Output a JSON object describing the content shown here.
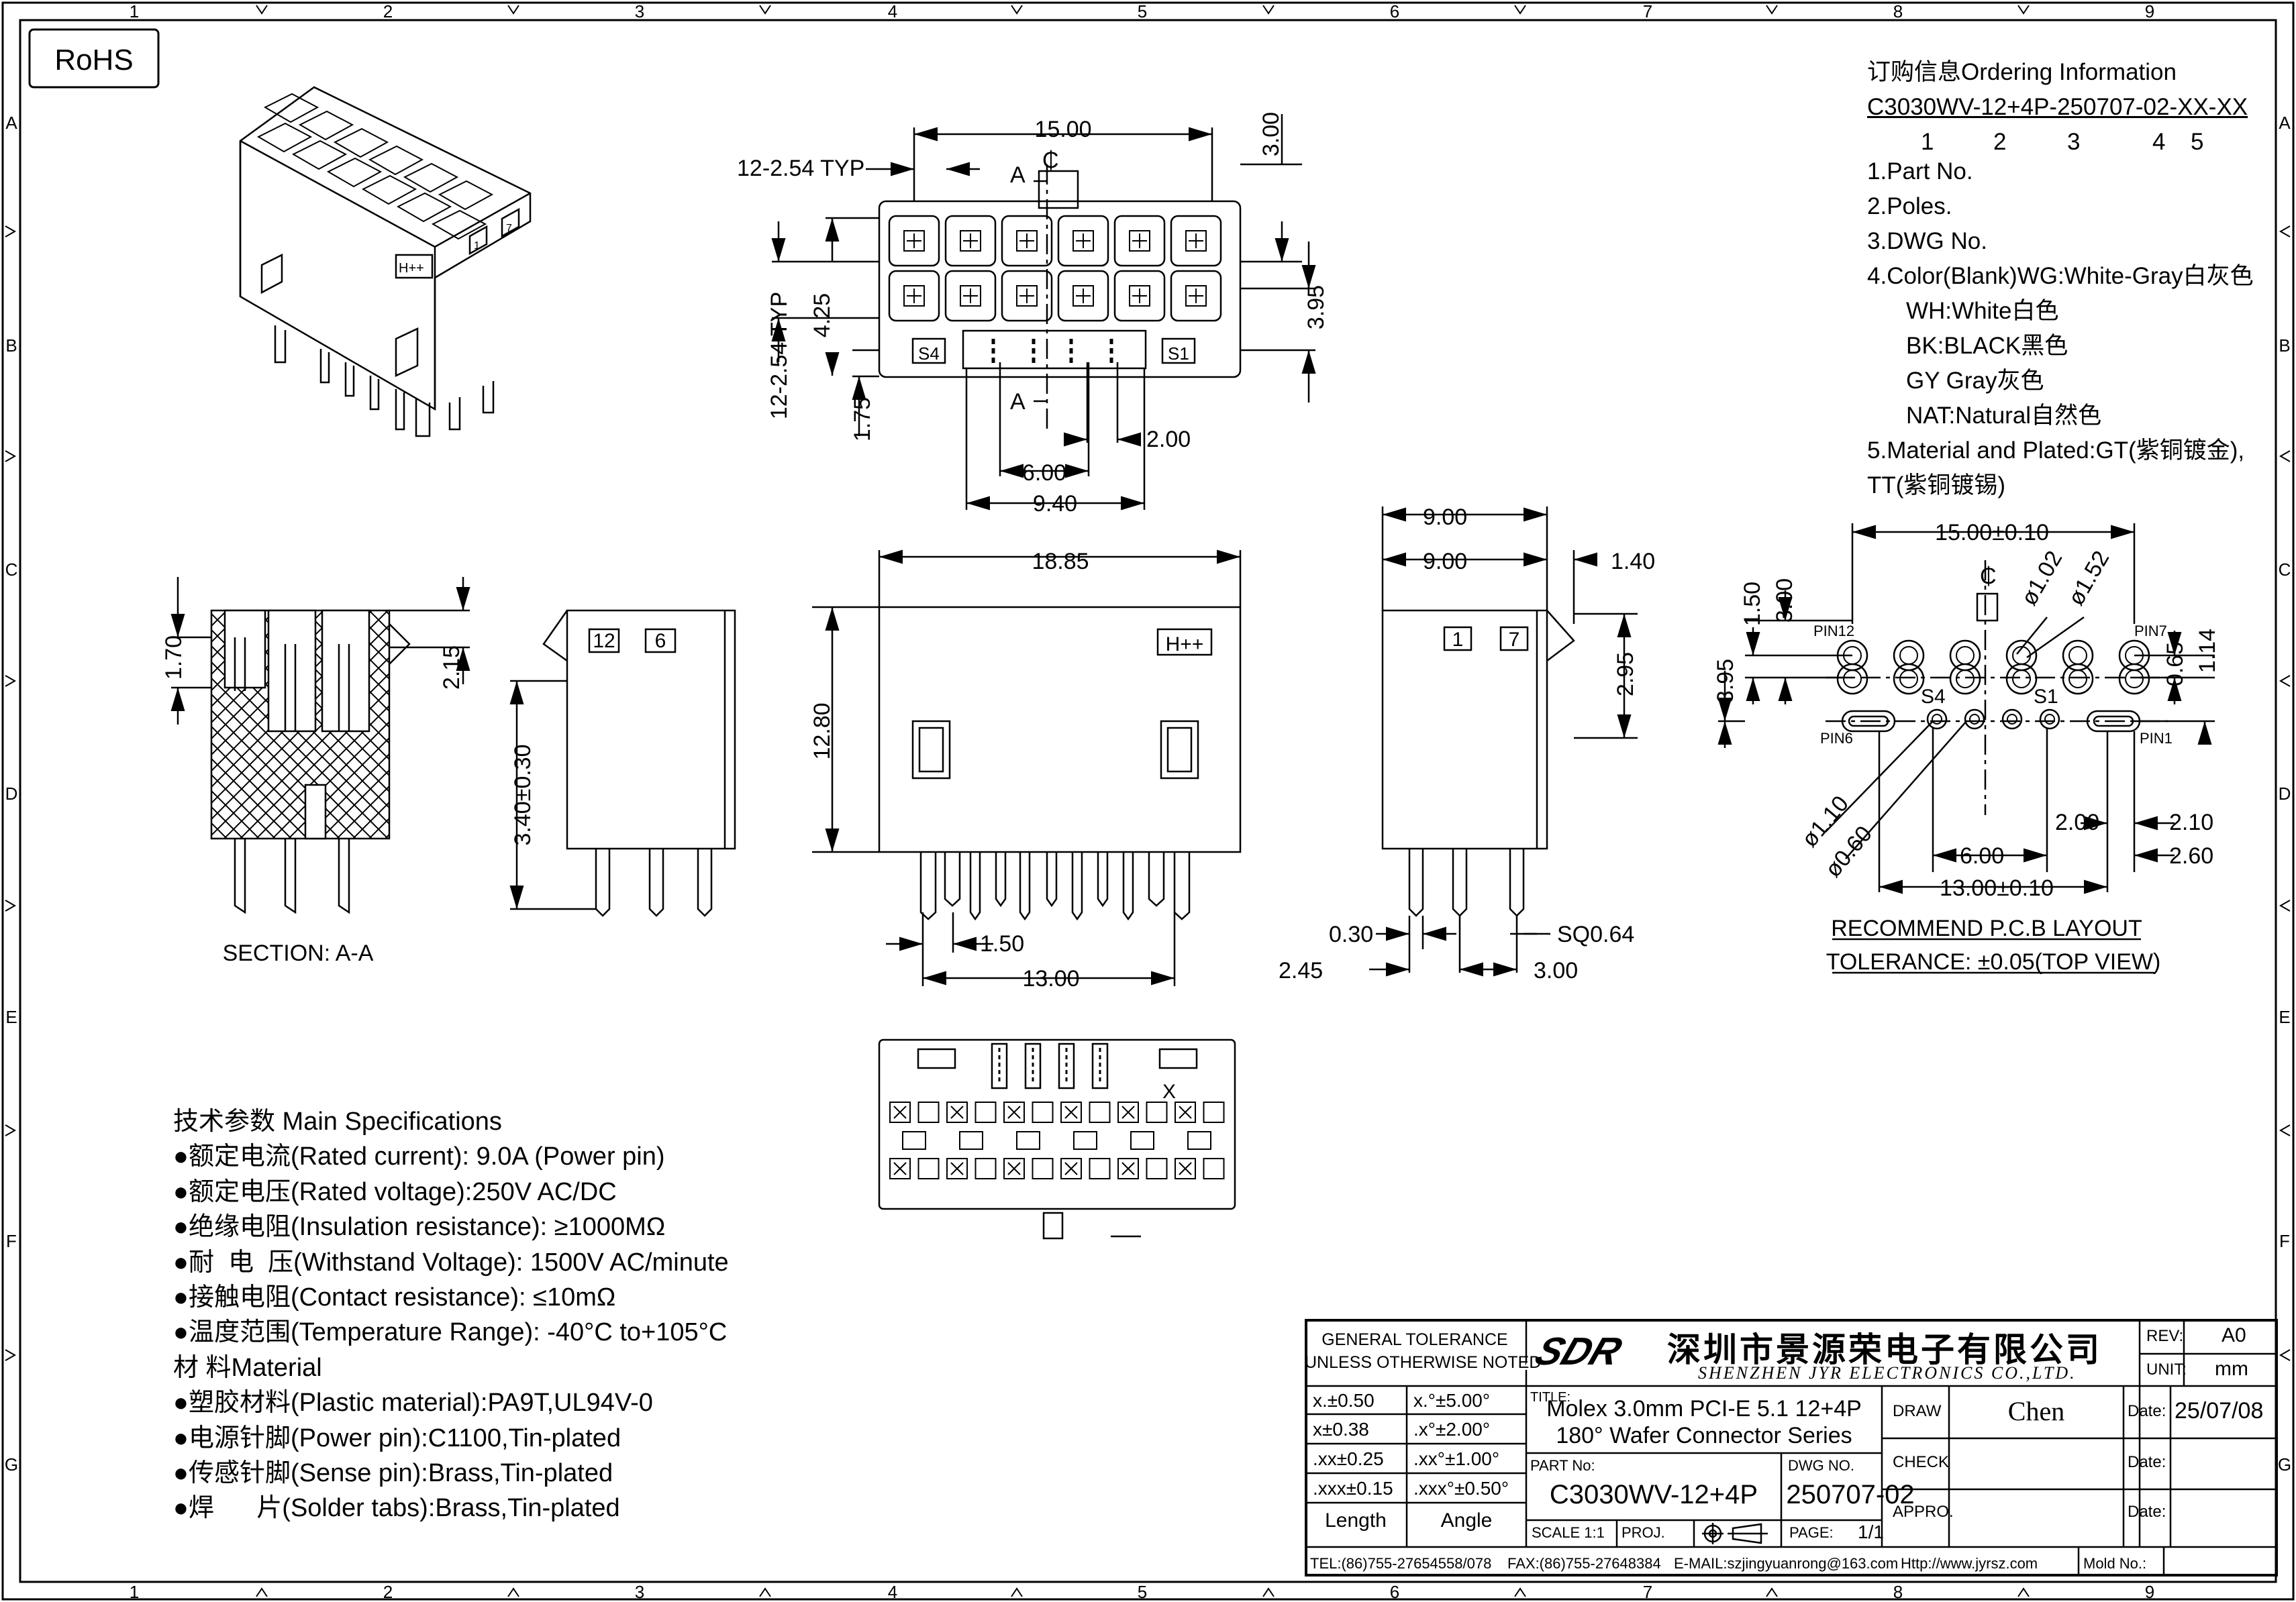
{
  "rohs": "RoHS",
  "border": {
    "cols": [
      "1",
      "2",
      "3",
      "4",
      "5",
      "6",
      "7",
      "8",
      "9"
    ],
    "rows": [
      "A",
      "B",
      "C",
      "D",
      "E",
      "F",
      "G"
    ]
  },
  "ordering": {
    "title": "订购信息Ordering Information",
    "code": "C3030WV-12+4P-250707-02-XX-XX",
    "code_nums": [
      "1",
      "2",
      "3",
      "4",
      "5"
    ],
    "items": [
      "1.Part No.",
      "2.Poles.",
      "3.DWG No.",
      "4.Color(Blank)WG:White-Gray白灰色",
      "WH:White白色",
      "BK:BLACK黑色",
      "GY Gray灰色",
      "NAT:Natural自然色",
      "5.Material and Plated:GT(紫铜镀金),",
      "TT(紫铜镀锡)"
    ]
  },
  "specs": {
    "title": "技术参数 Main Specifications",
    "items": [
      "●额定电流(Rated current): 9.0A (Power pin)",
      "●额定电压(Rated voltage):250V AC/DC",
      "●绝缘电阻(Insulation resistance): ≥1000MΩ",
      "●耐  电  压(Withstand Voltage): 1500V AC/minute",
      "●接触电阻(Contact resistance): ≤10mΩ",
      "●温度范围(Temperature Range): -40°C to+105°C"
    ],
    "material_title": "材 料Material",
    "materials": [
      "●塑胶材料(Plastic material):PA9T,UL94V-0",
      "●电源针脚(Power pin):C1100,Tin-plated",
      "●传感针脚(Sense pin):Brass,Tin-plated",
      "●焊      片(Solder tabs):Brass,Tin-plated"
    ]
  },
  "drawing": {
    "top_view": {
      "d_15": "15.00",
      "d_3": "3.00",
      "typ_h": "12-2.54  TYP",
      "typ_v": "12-2.54  TYP",
      "d_425": "4.25",
      "d_395": "3.95",
      "d_175": "1.75",
      "d_2": "2.00",
      "d_6": "6.00",
      "d_94": "9.40",
      "label_a": "A",
      "cl": "₵",
      "s4": "S4",
      "s1": "S1"
    },
    "section": {
      "d_170": "1.70",
      "d_215": "2.15",
      "caption": "SECTION: A-A"
    },
    "side_left": {
      "pin12": "12",
      "pin6": "6",
      "d_340": "3.40±0.30"
    },
    "front": {
      "d_1885": "18.85",
      "d_1280": "12.80",
      "d_150": "1.50",
      "d_1300": "13.00",
      "mark": "H++"
    },
    "side_right": {
      "d_9a": "9.00",
      "d_9b": "9.00",
      "d_140": "1.40",
      "d_295": "2.95",
      "pin1": "1",
      "pin7": "7",
      "d_030": "0.30",
      "sq": "SQ0.64",
      "d_245": "2.45",
      "d_300": "3.00"
    },
    "pcb": {
      "d_15": "15.00±0.10",
      "cl": "₵",
      "d_102": "ø1.02",
      "d_152": "ø1.52",
      "d_150": "1.50",
      "d_300": "3.00",
      "d_395": "3.95",
      "d_065": "0.65",
      "d_114": "1.14",
      "pin12": "PIN12",
      "pin7": "PIN7",
      "pin6": "PIN6",
      "pin1": "PIN1",
      "s4": "S4",
      "s1": "S1",
      "d_110": "ø1.10",
      "d_060": "ø0.60",
      "d_200": "2.00",
      "d_210": "2.10",
      "d_600": "6.00",
      "d_260": "2.60",
      "d_1300": "13.00±0.10",
      "caption1": "RECOMMEND  P.C.B  LAYOUT",
      "caption2": "TOLERANCE: ±0.05(TOP  VIEW)"
    },
    "bottom": {
      "mark": "X"
    }
  },
  "title_block": {
    "gen_tol_1": "GENERAL  TOLERANCE",
    "gen_tol_2": "UNLESS  OTHERWISE  NOTED",
    "tol": [
      [
        "x.±0.50",
        "x.°±5.00°"
      ],
      [
        "x±0.38",
        ".x°±2.00°"
      ],
      [
        ".xx±0.25",
        ".xx°±1.00°"
      ],
      [
        ".xxx±0.15",
        ".xxx°±0.50°"
      ]
    ],
    "length": "Length",
    "angle": "Angle",
    "logo": "SDR",
    "company_cn": "深圳市景源荣电子有限公司",
    "company_en": "SHENZHEN  JYR  ELECTRONICS  CO.,LTD.",
    "rev_label": "REV:",
    "rev": "A0",
    "unit_label": "UNIT:",
    "unit": "mm",
    "title_label": "TITLE:",
    "title_1": "Molex  3.0mm  PCI-E  5.1  12+4P",
    "title_2": "180°  Wafer  Connector  Series",
    "draw_label": "DRAW",
    "draw": "Chen",
    "date_label": "Date:",
    "date": "25/07/08",
    "check_label": "CHECK",
    "appro_label": "APPRO.",
    "part_no_label": "PART No:",
    "part_no": "C3030WV-12+4P",
    "dwg_no_label": "DWG NO.",
    "dwg_no": "250707-02",
    "scale": "SCALE  1:1",
    "proj": "PROJ.",
    "page_label": "PAGE:",
    "page": "1/1",
    "footer_tel": "TEL:(86)755-27654558/078",
    "footer_fax": "FAX:(86)755-27648384",
    "footer_email": "E-MAIL:szjingyuanrong@163.com",
    "footer_http": "Http://www.jyrsz.com",
    "mold_label": "Mold  No.:"
  }
}
